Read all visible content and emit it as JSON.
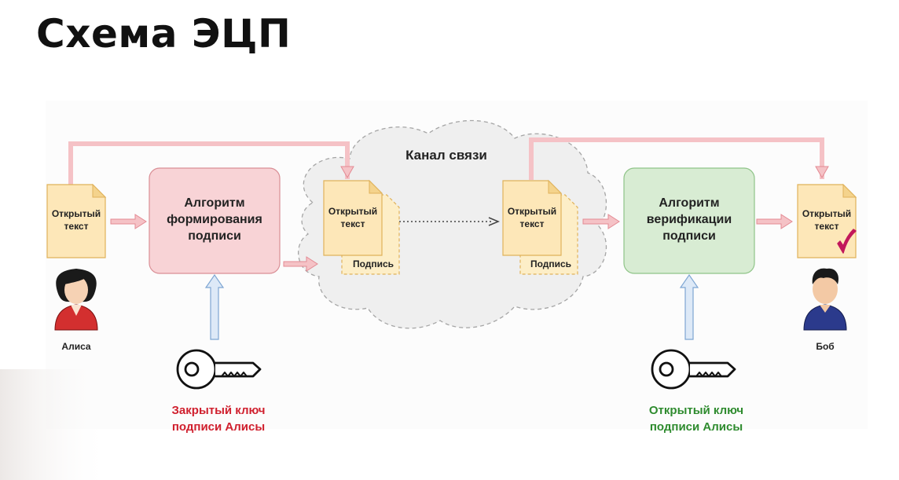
{
  "title": "Схема ЭЦП",
  "channel": {
    "label": "Канал связи"
  },
  "sender": {
    "name": "Алиса"
  },
  "receiver": {
    "name": "Боб"
  },
  "docs": {
    "alice_plaintext": [
      "Открытый",
      "текст"
    ],
    "sent_plaintext": [
      "Открытый",
      "текст"
    ],
    "sent_signature": "Подпись",
    "received_plaintext": [
      "Открытый",
      "текст"
    ],
    "received_signature": "Подпись",
    "bob_plaintext": [
      "Открытый",
      "текст"
    ]
  },
  "boxes": {
    "signing": [
      "Алгоритм",
      "формирования",
      "подписи"
    ],
    "verification": [
      "Алгоритм",
      "верификации",
      "подписи"
    ]
  },
  "keys": {
    "private": {
      "lines": [
        "Закрытый ключ",
        "подписи Алисы"
      ],
      "color": "#d0202e"
    },
    "public": {
      "lines": [
        "Открытый ключ",
        "подписи Алисы"
      ],
      "color": "#2e8b2e"
    }
  },
  "colors": {
    "signing_box": "#f8d3d6",
    "verification_box": "#d8ecd3",
    "document": "#fde7b8",
    "arrow_red": "#f5c2c6",
    "arrow_blue": "#dde9f7",
    "checkmark": "#c2185b"
  }
}
